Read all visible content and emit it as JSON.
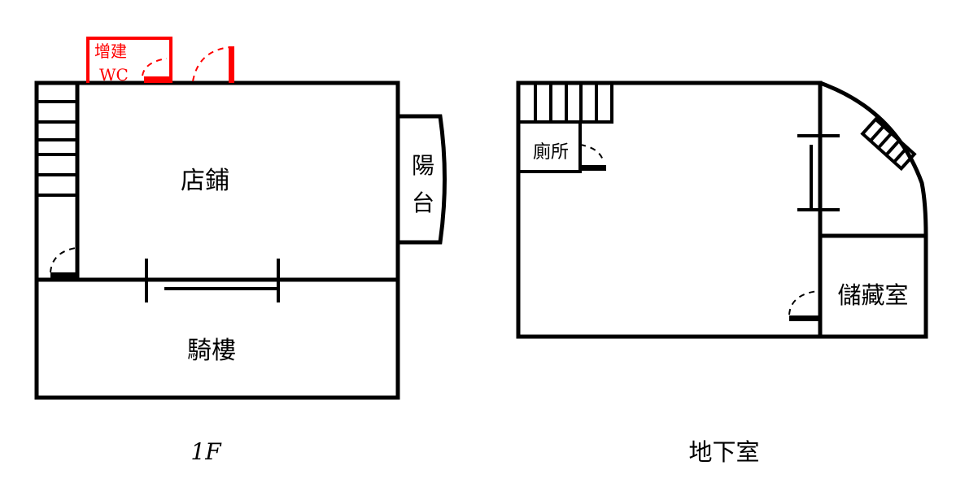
{
  "colors": {
    "walls": "#000000",
    "addition": "#ff0000"
  },
  "floor_1f": {
    "caption": "1F",
    "rooms": {
      "shop": "店鋪",
      "arcade": "騎樓",
      "balcony_1": "陽",
      "balcony_2": "台"
    },
    "addition": {
      "line1": "增建",
      "line2": "WC"
    }
  },
  "basement": {
    "caption": "地下室",
    "rooms": {
      "toilet": "廁所",
      "storage": "儲藏室"
    }
  }
}
